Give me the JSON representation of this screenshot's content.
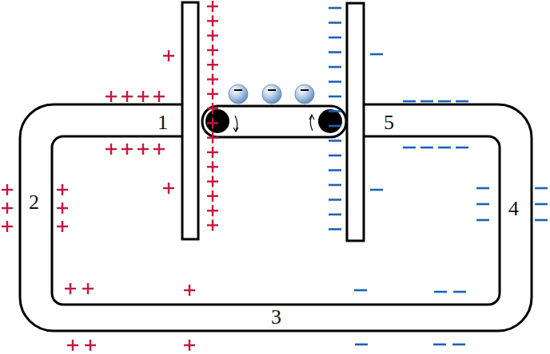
{
  "diagram": {
    "labels": [
      "1",
      "5",
      "2",
      "4",
      "3"
    ]
  }
}
